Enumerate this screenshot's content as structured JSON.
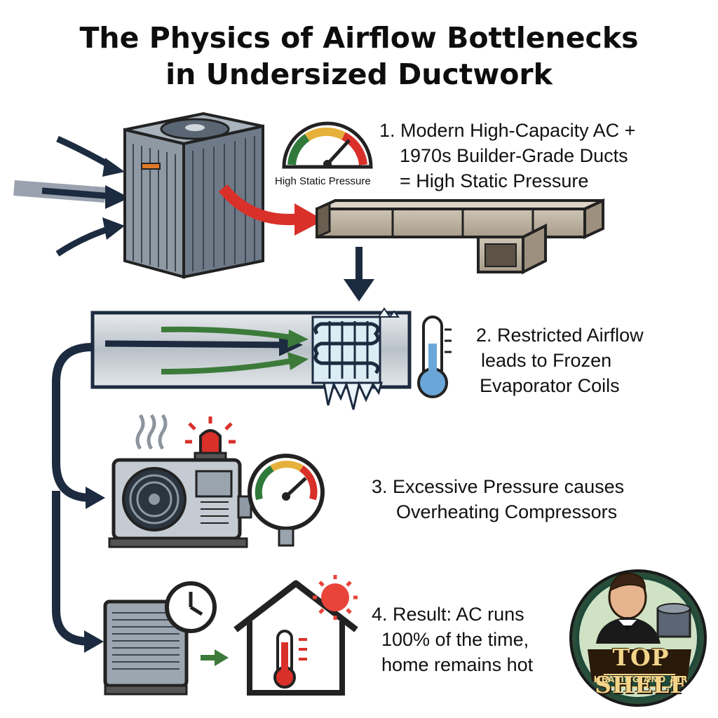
{
  "title": {
    "line1": "The Physics of Airflow Bottlenecks",
    "line2": "in Undersized Ductwork"
  },
  "gauge": {
    "label": "High Static Pressure"
  },
  "steps": [
    {
      "lines": [
        "1. Modern High-Capacity AC +",
        "1970s Builder-Grade Ducts",
        "= High Static Pressure"
      ]
    },
    {
      "lines": [
        "2. Restricted Airflow",
        "leads to Frozen",
        "Evaporator Coils"
      ]
    },
    {
      "lines": [
        "3. Excessive Pressure causes",
        "Overheating Compressors"
      ]
    },
    {
      "lines": [
        "4. Result: AC runs",
        "100% of the time,",
        "home remains hot"
      ]
    }
  ],
  "logo": {
    "name": "TOP SHELF",
    "tagline": "HEATING AND AIR"
  },
  "colors": {
    "navy": "#1c2b3f",
    "red": "#d9302a",
    "green": "#3c7a3a",
    "ice": "#cfe3ef",
    "duct": "#bdb3a3",
    "logo_green": "#1f4a3a",
    "gold": "#f3d58a"
  },
  "icons": [
    "ac-condenser-icon",
    "pressure-gauge-icon",
    "duct-icon",
    "frozen-coil-icon",
    "thermometer-icon",
    "compressor-unit-icon",
    "alarm-light-icon",
    "clock-icon",
    "house-icon",
    "sun-icon",
    "brand-logo"
  ]
}
